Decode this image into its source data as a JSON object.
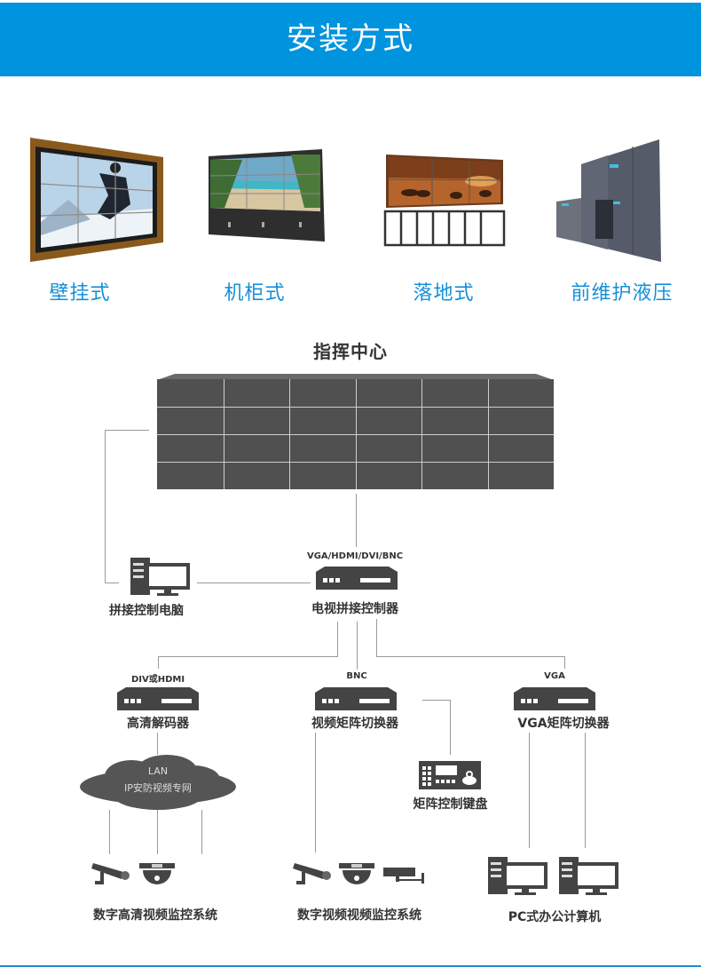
{
  "header": {
    "title": "安装方式",
    "color": "#0093de"
  },
  "install_methods": [
    {
      "label": "壁挂式",
      "icon": "wall-mounted-video-wall-photo"
    },
    {
      "label": "机柜式",
      "icon": "cabinet-video-wall-photo"
    },
    {
      "label": "落地式",
      "icon": "floor-stand-video-wall-photo"
    },
    {
      "label": "前维护液压",
      "icon": "front-maintenance-hydraulic-photo"
    }
  ],
  "diagram": {
    "title": "指挥中心",
    "video_wall": {
      "rows": 4,
      "cols": 6
    },
    "control_pc": {
      "label": "拼接控制电脑"
    },
    "main_controller": {
      "port": "VGA/HDMI/DVI/BNC",
      "label": "电视拼接控制器"
    },
    "branches": [
      {
        "port": "DIV或HDMI",
        "label": "高清解码器"
      },
      {
        "port": "BNC",
        "label": "视频矩阵切换器"
      },
      {
        "port": "VGA",
        "label": "VGA矩阵切换器"
      }
    ],
    "cloud": {
      "line1": "LAN",
      "line2": "IP安防视频专网"
    },
    "keyboard": {
      "label": "矩阵控制键盘"
    },
    "systems": [
      {
        "label": "数字高清视频监控系统"
      },
      {
        "label": "数字视频视频监控系统"
      },
      {
        "label": "PC式办公计算机"
      }
    ]
  }
}
